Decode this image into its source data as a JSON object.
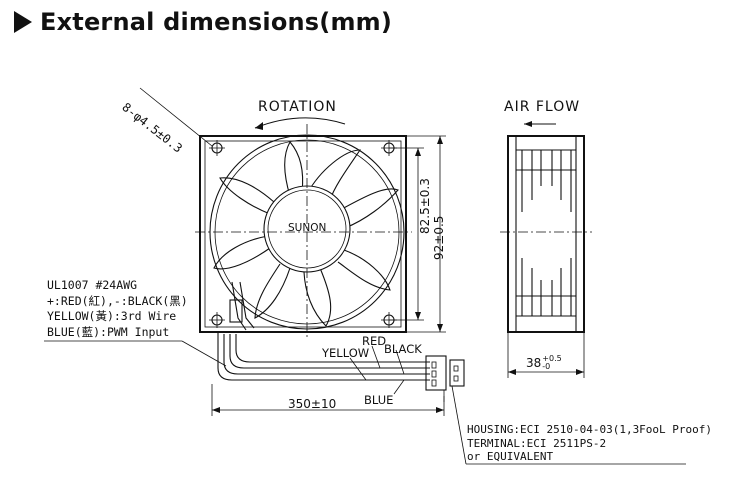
{
  "heading": "External dimensions(mm)",
  "labels": {
    "hole_spec": "8-φ4.5±0.3",
    "rotation": "ROTATION",
    "air_flow": "AIR  FLOW",
    "hub_brand": "SUNON",
    "dim_pitch": "82.5±0.3",
    "dim_size": "92±0.5",
    "dim_cable": "350±10",
    "dim_depth_base": "38",
    "dim_depth_tol_upper": "+0.5",
    "dim_depth_tol_lower": "-0",
    "wire_red": "RED",
    "wire_black": "BLACK",
    "wire_yellow": "YELLOW",
    "wire_blue": "BLUE"
  },
  "wire_notes": [
    "UL1007  #24AWG",
    "+:RED(紅),-:BLACK(黑)",
    "YELLOW(黃):3rd Wire",
    "BLUE(藍):PWM Input"
  ],
  "connector_notes": [
    "HOUSING:ECI 2510-04-03(1,3FooL Proof)",
    "TERMINAL:ECI 2511PS-2",
    "or EQUIVALENT"
  ]
}
